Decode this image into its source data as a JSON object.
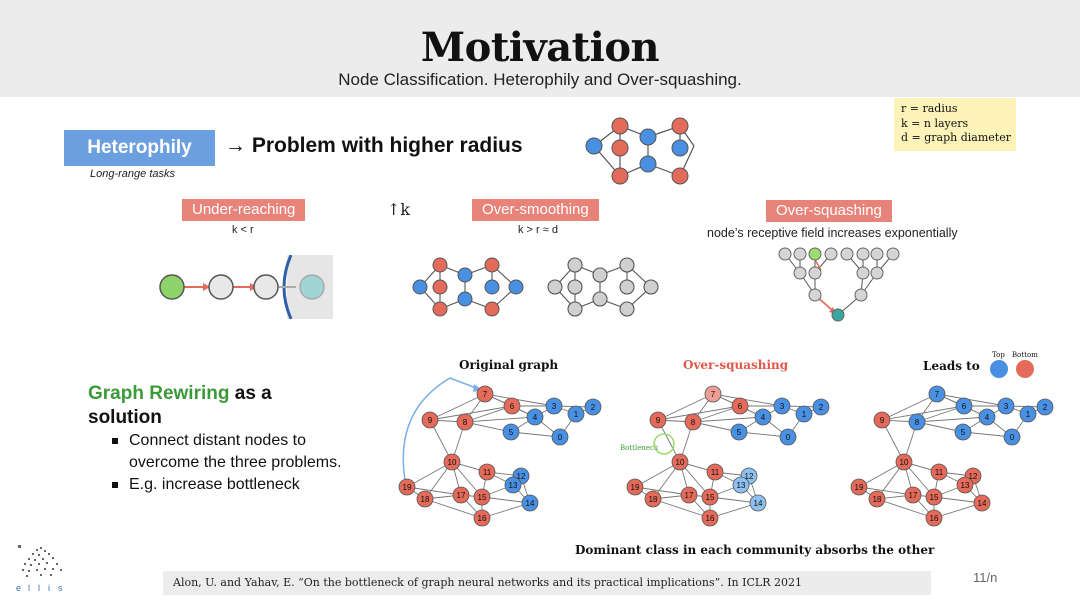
{
  "header": {
    "title": "Motivation",
    "subtitle": "Node Classification. Heterophily and Over-squashing."
  },
  "legend": {
    "line1": "r = radius",
    "line2": "k = n layers",
    "line3": "d = graph diameter"
  },
  "heterophily": {
    "button": "Heterophily",
    "caption": "Long-range tasks",
    "problem": "→ Problem with higher radius"
  },
  "problems": {
    "under_reaching": {
      "label": "Under-reaching",
      "condition": "k < r"
    },
    "k_arrow": "↑k",
    "over_smoothing": {
      "label": "Over-smoothing",
      "condition": "k > r ≈ d"
    },
    "over_squashing": {
      "label": "Over-squashing",
      "condition": "node’s receptive field increases exponentially"
    }
  },
  "rewiring": {
    "title_green": "Graph Rewiring",
    "title_rest": " as a solution",
    "bullets": [
      "Connect distant nodes to overcome the three problems.",
      "E.g. increase bottleneck"
    ]
  },
  "graphs": {
    "original_title": "Original graph",
    "oversquash_title": "Over-squashing",
    "leads_to": "Leads to",
    "bottleneck": "Bottleneck",
    "top_label": "Top",
    "bottom_label": "Bottom",
    "caption": "Dominant class in each community absorbs the other"
  },
  "colors": {
    "blue_node": "#4a90e2",
    "red_node": "#e46a5a",
    "label_red": "#e8837a",
    "button_blue": "#6b9fe0",
    "green": "#3c9a38"
  },
  "footer": {
    "citation": "Alon, U. and Yahav, E. “On the bottleneck of graph neural networks and its practical implications”. In ICLR 2021",
    "page": "11/n"
  }
}
